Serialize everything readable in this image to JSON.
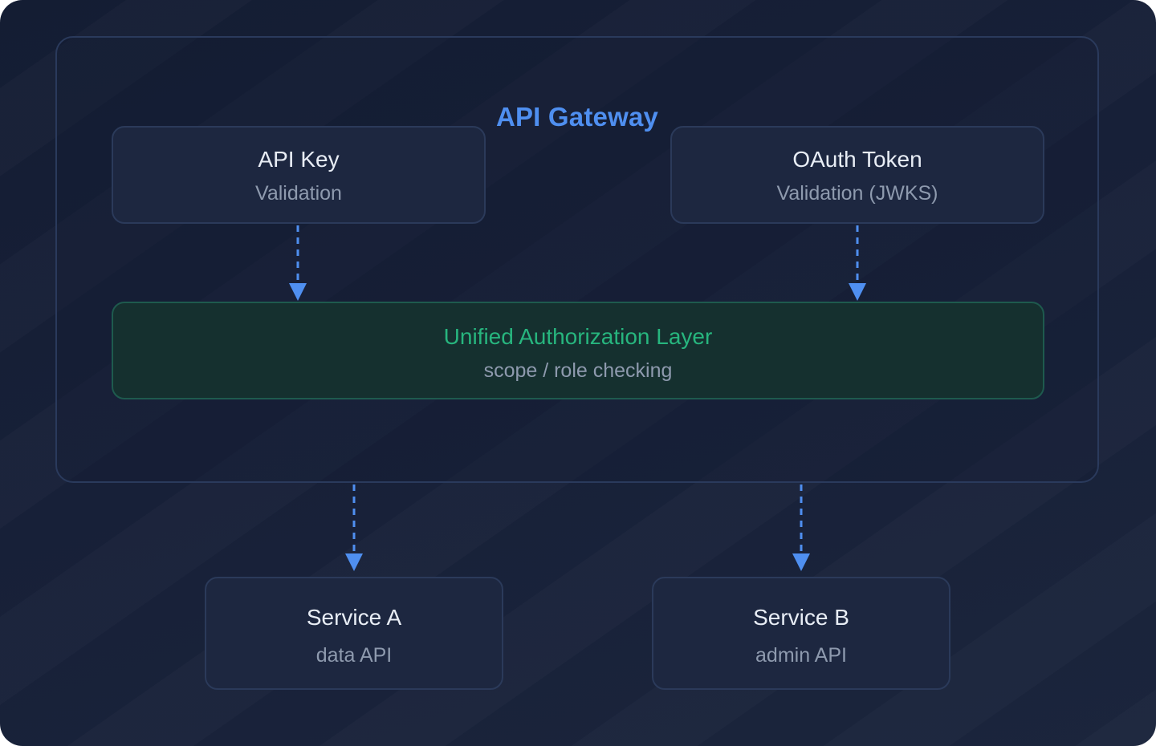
{
  "gateway": {
    "title": "API Gateway"
  },
  "nodes": {
    "api_key": {
      "title": "API Key",
      "subtitle": "Validation"
    },
    "oauth_token": {
      "title": "OAuth Token",
      "subtitle": "Validation (JWKS)"
    },
    "unified_auth": {
      "title": "Unified Authorization Layer",
      "subtitle": "scope / role checking"
    },
    "service_a": {
      "title": "Service A",
      "subtitle": "data API"
    },
    "service_b": {
      "title": "Service B",
      "subtitle": "admin API"
    }
  },
  "edges": [
    {
      "from": "API Key",
      "to": "Unified Authorization Layer",
      "style": "dashed"
    },
    {
      "from": "OAuth Token",
      "to": "Unified Authorization Layer",
      "style": "dashed"
    },
    {
      "from": "API Gateway",
      "to": "Service A",
      "style": "dashed"
    },
    {
      "from": "API Gateway",
      "to": "Service B",
      "style": "dashed"
    }
  ],
  "colors": {
    "background": "#172038",
    "accent": "#4f8ff0",
    "arrow": "#4f8ff0",
    "authorization": "#27b57e",
    "node_border": "#2b3a5a",
    "node_fill": "#1d2740"
  }
}
